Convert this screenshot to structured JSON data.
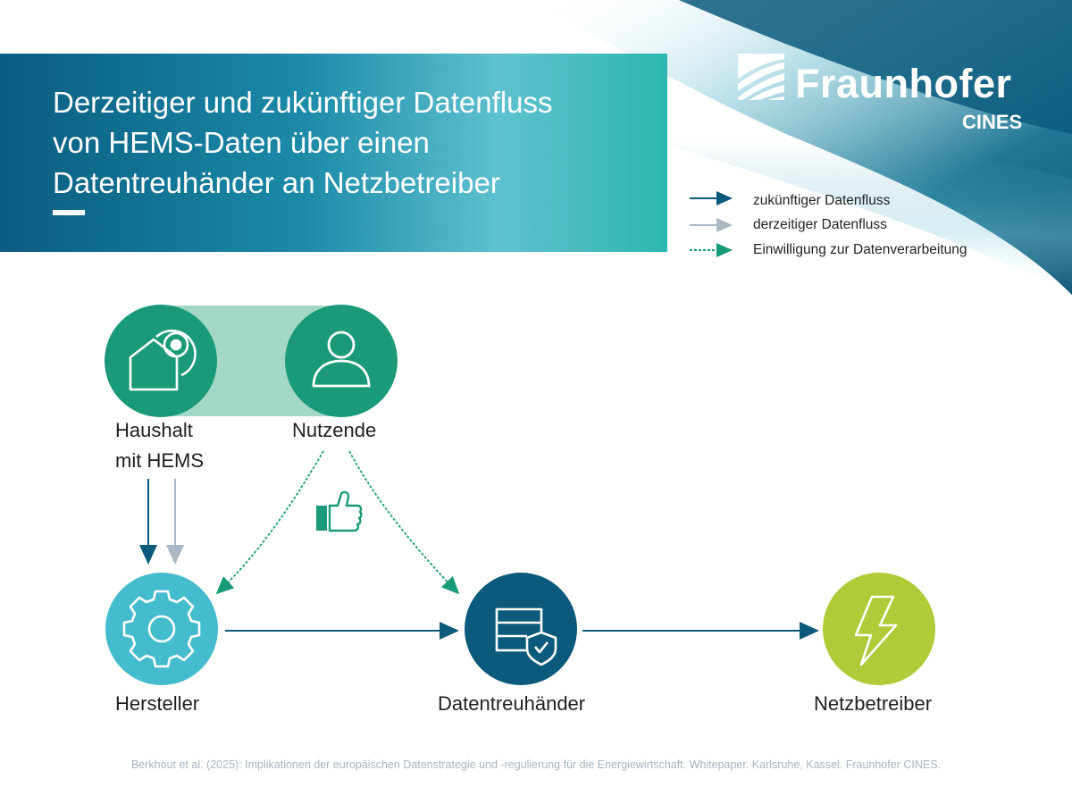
{
  "title": "Derzeitiger und zukünftiger Datenfluss\nvon HEMS-Daten über einen\nDatentreuhänder an Netzbetreiber",
  "logo": {
    "name": "Fraunhofer",
    "sub": "CINES"
  },
  "legend": [
    {
      "label": "zukünftiger Datenfluss",
      "color": "#0b5a7c"
    },
    {
      "label": "derzeitiger Datenfluss",
      "color": "#a9b8c4"
    },
    {
      "label": "Einwilligung zur Datenverarbeitung",
      "color": "#169b78"
    }
  ],
  "nodes": {
    "haushalt": {
      "label": "Haushalt\nmit HEMS",
      "color": "#1a9a78",
      "icon": "house-signal-icon"
    },
    "nutzende": {
      "label": "Nutzende",
      "color": "#1a9a78",
      "icon": "person-icon"
    },
    "hersteller": {
      "label": "Hersteller",
      "color": "#45bccd",
      "icon": "gear-icon"
    },
    "datentreuhaender": {
      "label": "Datentreuhänder",
      "color": "#0b5a7c",
      "icon": "database-shield-icon"
    },
    "netzbetreiber": {
      "label": "Netzbetreiber",
      "color": "#afcb37",
      "icon": "lightning-icon"
    }
  },
  "consent_icon": "thumbs-up-icon",
  "citation": "Berkhout et al. (2025): Implikationen der europäischen Datenstrategie und -regulierung für die Energiewirtschaft. Whitepaper. Karlsruhe, Kassel. Fraunhofer CINES."
}
